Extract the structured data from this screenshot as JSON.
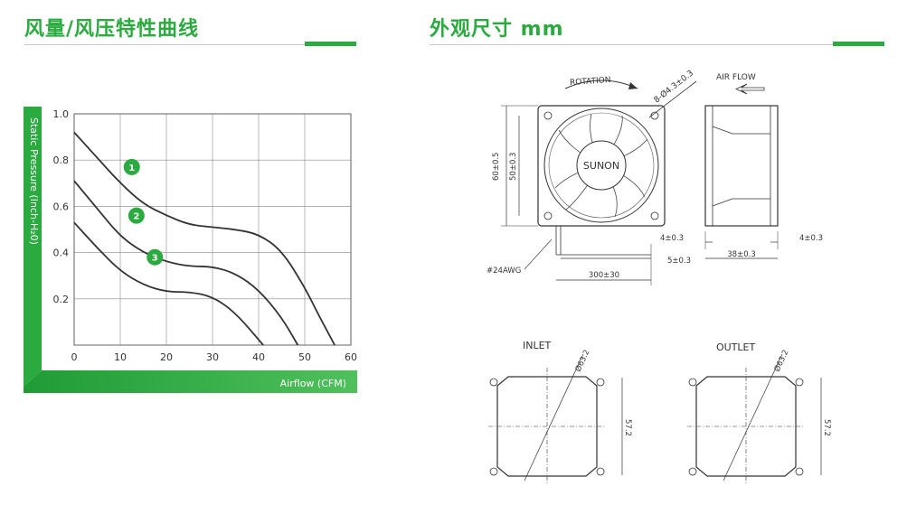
{
  "sections": {
    "left_title": "风量/风压特性曲线",
    "right_title": "外观尺寸 mm"
  },
  "chart_data": {
    "type": "line",
    "ylabel": "Static Pressure (Inch-H₂0)",
    "xlabel": "Airflow (CFM)",
    "xlim": [
      0,
      60
    ],
    "ylim": [
      0,
      1.0
    ],
    "x_ticks": [
      "0",
      "10",
      "20",
      "30",
      "40",
      "50",
      "60"
    ],
    "y_ticks": [
      "0.2",
      "0.4",
      "0.6",
      "0.8",
      "1.0"
    ],
    "grid": true,
    "series": [
      {
        "name": "1",
        "x": [
          0,
          5,
          10,
          15,
          20,
          25,
          30,
          35,
          40,
          45,
          50,
          53,
          56.5
        ],
        "y": [
          0.92,
          0.81,
          0.7,
          0.61,
          0.56,
          0.52,
          0.51,
          0.5,
          0.48,
          0.41,
          0.25,
          0.13,
          0
        ]
      },
      {
        "name": "2",
        "x": [
          0,
          5,
          10,
          15,
          20,
          25,
          30,
          35,
          40,
          45,
          48.5
        ],
        "y": [
          0.71,
          0.59,
          0.47,
          0.4,
          0.36,
          0.34,
          0.34,
          0.31,
          0.24,
          0.12,
          0
        ]
      },
      {
        "name": "3",
        "x": [
          0,
          5,
          10,
          15,
          20,
          25,
          30,
          35,
          41
        ],
        "y": [
          0.53,
          0.42,
          0.32,
          0.26,
          0.23,
          0.23,
          0.21,
          0.14,
          0
        ]
      }
    ],
    "markers": [
      {
        "label": "1",
        "x": 12.5,
        "y": 0.77
      },
      {
        "label": "2",
        "x": 13.5,
        "y": 0.56
      },
      {
        "label": "3",
        "x": 17.5,
        "y": 0.38
      }
    ]
  },
  "drawing": {
    "rotation_label": "ROTATION",
    "airflow_label": "AIR FLOW",
    "hole_label": "8-Ø4.3±0.3",
    "brand": "SUNON",
    "dim_outer": "60±0.5",
    "dim_inner": "50±0.3",
    "dim_flange_top": "4±0.3",
    "dim_flange_right": "4±0.3",
    "dim_wire_gap": "5±0.3",
    "dim_depth": "38±0.3",
    "dim_wire_length": "300±30",
    "wire_label": "#24AWG",
    "inlet_label": "INLET",
    "outlet_label": "OUTLET",
    "inlet_dia": "Ø63.2",
    "outlet_dia": "Ø63.2",
    "inlet_height": "57.2",
    "outlet_height": "57.2"
  },
  "colors": {
    "accent": "#2bab3f",
    "curve": "#333333",
    "grid": "#888888"
  }
}
